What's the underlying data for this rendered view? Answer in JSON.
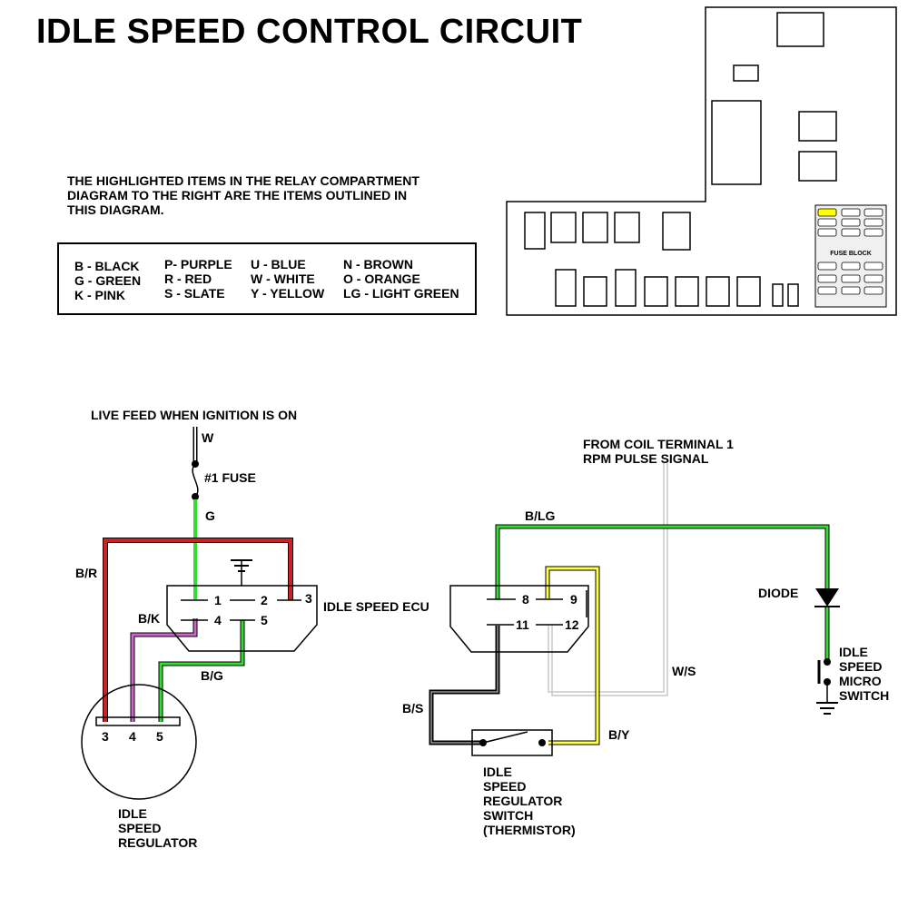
{
  "title": "IDLE SPEED CONTROL CIRCUIT",
  "note_lines": [
    "THE HIGHLIGHTED ITEMS IN THE RELAY COMPARTMENT",
    "DIAGRAM TO THE RIGHT ARE THE ITEMS OUTLINED IN",
    "THIS DIAGRAM."
  ],
  "legend": {
    "col1": [
      "B - BLACK",
      "G - GREEN",
      "K - PINK"
    ],
    "col2": [
      "P- PURPLE",
      "R - RED",
      "S - SLATE"
    ],
    "col3": [
      "U - BLUE",
      "W - WHITE",
      "Y - YELLOW"
    ],
    "col4": [
      "N - BROWN",
      "O - ORANGE",
      "LG - LIGHT GREEN"
    ]
  },
  "relay_panel": {
    "fuse_block_label": "FUSE BLOCK",
    "highlight_color": "#ffff00"
  },
  "colors": {
    "red": "#cc2222",
    "green": "#33dd33",
    "purple": "#cc66cc",
    "yellow": "#ffff44",
    "gray": "#c8c8c8",
    "black": "#000000"
  },
  "left_circuit": {
    "live_feed": "LIVE FEED WHEN IGNITION IS ON",
    "wire_w": "W",
    "fuse": "#1 FUSE",
    "wire_g": "G",
    "wire_br": "B/R",
    "wire_bk": "B/K",
    "wire_bg": "B/G",
    "ecu_label": "IDLE SPEED ECU",
    "ecu_pins": [
      "1",
      "2",
      "3",
      "4",
      "5"
    ],
    "regulator_pins": [
      "3",
      "4",
      "5"
    ],
    "regulator_label": [
      "IDLE",
      "SPEED",
      "REGULATOR"
    ]
  },
  "right_circuit": {
    "coil_label": [
      "FROM COIL TERMINAL 1",
      "RPM PULSE SIGNAL"
    ],
    "wire_blg": "B/LG",
    "diode": "DIODE",
    "micro_switch": [
      "IDLE",
      "SPEED",
      "MICRO",
      "SWITCH"
    ],
    "ecu_pins": [
      "8",
      "9",
      "11",
      "12"
    ],
    "wire_ws": "W/S",
    "wire_bs": "B/S",
    "wire_by": "B/Y",
    "thermistor_label": [
      "IDLE",
      "SPEED",
      "REGULATOR",
      "SWITCH",
      "(THERMISTOR)"
    ]
  }
}
